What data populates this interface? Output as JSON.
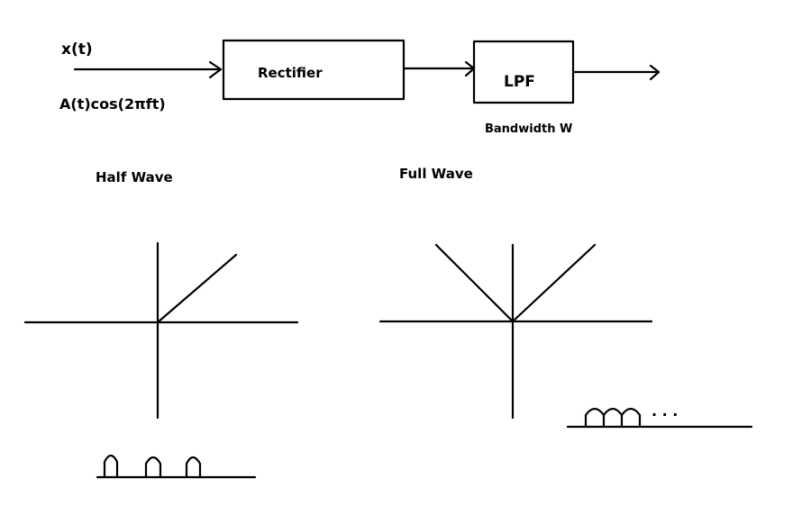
{
  "signal": {
    "input_top": "x(t)",
    "input_bottom": "A(t)cos(2πft)",
    "output_arrow": ""
  },
  "blocks": {
    "rectifier": "Rectifier",
    "lpf": "LPF",
    "lpf_note": "Bandwidth W"
  },
  "plots": {
    "half_wave_title": "Half Wave",
    "full_wave_title": "Full Wave",
    "full_wave_dots": ". . ."
  },
  "colors": {
    "ink": "#000000",
    "background": "#ffffff"
  }
}
